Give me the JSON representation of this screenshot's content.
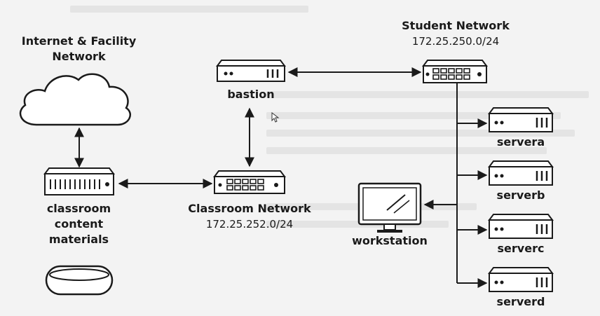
{
  "labels": {
    "internet_title": "Internet & Facility",
    "internet_title2": "Network",
    "bastion": "bastion",
    "classroom_network": "Classroom Network",
    "classroom_subnet": "172.25.252.0/24",
    "student_network": "Student Network",
    "student_subnet": "172.25.250.0/24",
    "classroom_content_1": "classroom",
    "classroom_content_2": "content",
    "classroom_content_3": "materials",
    "workstation": "workstation",
    "servera": "servera",
    "serverb": "serverb",
    "serverc": "serverc",
    "serverd": "serverd"
  },
  "icons": {
    "cloud": "cloud-icon",
    "router": "router-icon",
    "switch": "switch-icon",
    "server": "server-icon",
    "monitor": "monitor-icon",
    "disk": "disk-icon"
  },
  "colors": {
    "line": "#1a1a1a",
    "device_fill": "#ffffff",
    "background": "#f3f3f3"
  }
}
